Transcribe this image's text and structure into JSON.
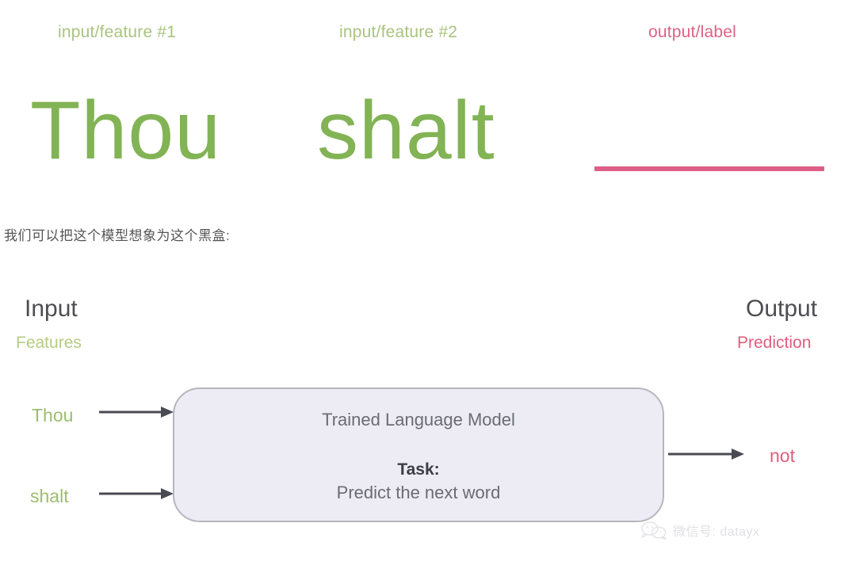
{
  "annotations": {
    "feature_1": "input/feature #1",
    "feature_2": "input/feature #2",
    "output": "output/label"
  },
  "sentence": {
    "word_1": "Thou",
    "word_2": "shalt",
    "blank": ""
  },
  "caption": {
    "text": "我们可以把这个模型想象为这个黑盒:"
  },
  "diagram": {
    "input_title": "Input",
    "input_subtitle": "Features",
    "output_title": "Output",
    "output_subtitle": "Prediction",
    "box": {
      "title": "Trained Language Model",
      "task_label": "Task:",
      "task_description": "Predict the next word"
    },
    "input_tokens": [
      "Thou",
      "shalt"
    ],
    "output_token": "not"
  },
  "watermark": {
    "icon": "wechat-logo-icon",
    "text": "微信号: datayx"
  },
  "colors": {
    "label_green": "#a9c47f",
    "label_pink": "#dd6287",
    "big_word_green": "#82b355",
    "underline_pink": "#dd5f86",
    "token_green": "#9dbd6e",
    "token_pink": "#dd5f7e",
    "box_fill": "#edecf4",
    "box_border": "#b6b6bd",
    "arrow_gray": "#4a4a52",
    "text_gray": "#6b6b72",
    "heading_gray": "#4d4d52",
    "caption_gray": "#555555",
    "watermark_gray": "#c8c8cf"
  }
}
